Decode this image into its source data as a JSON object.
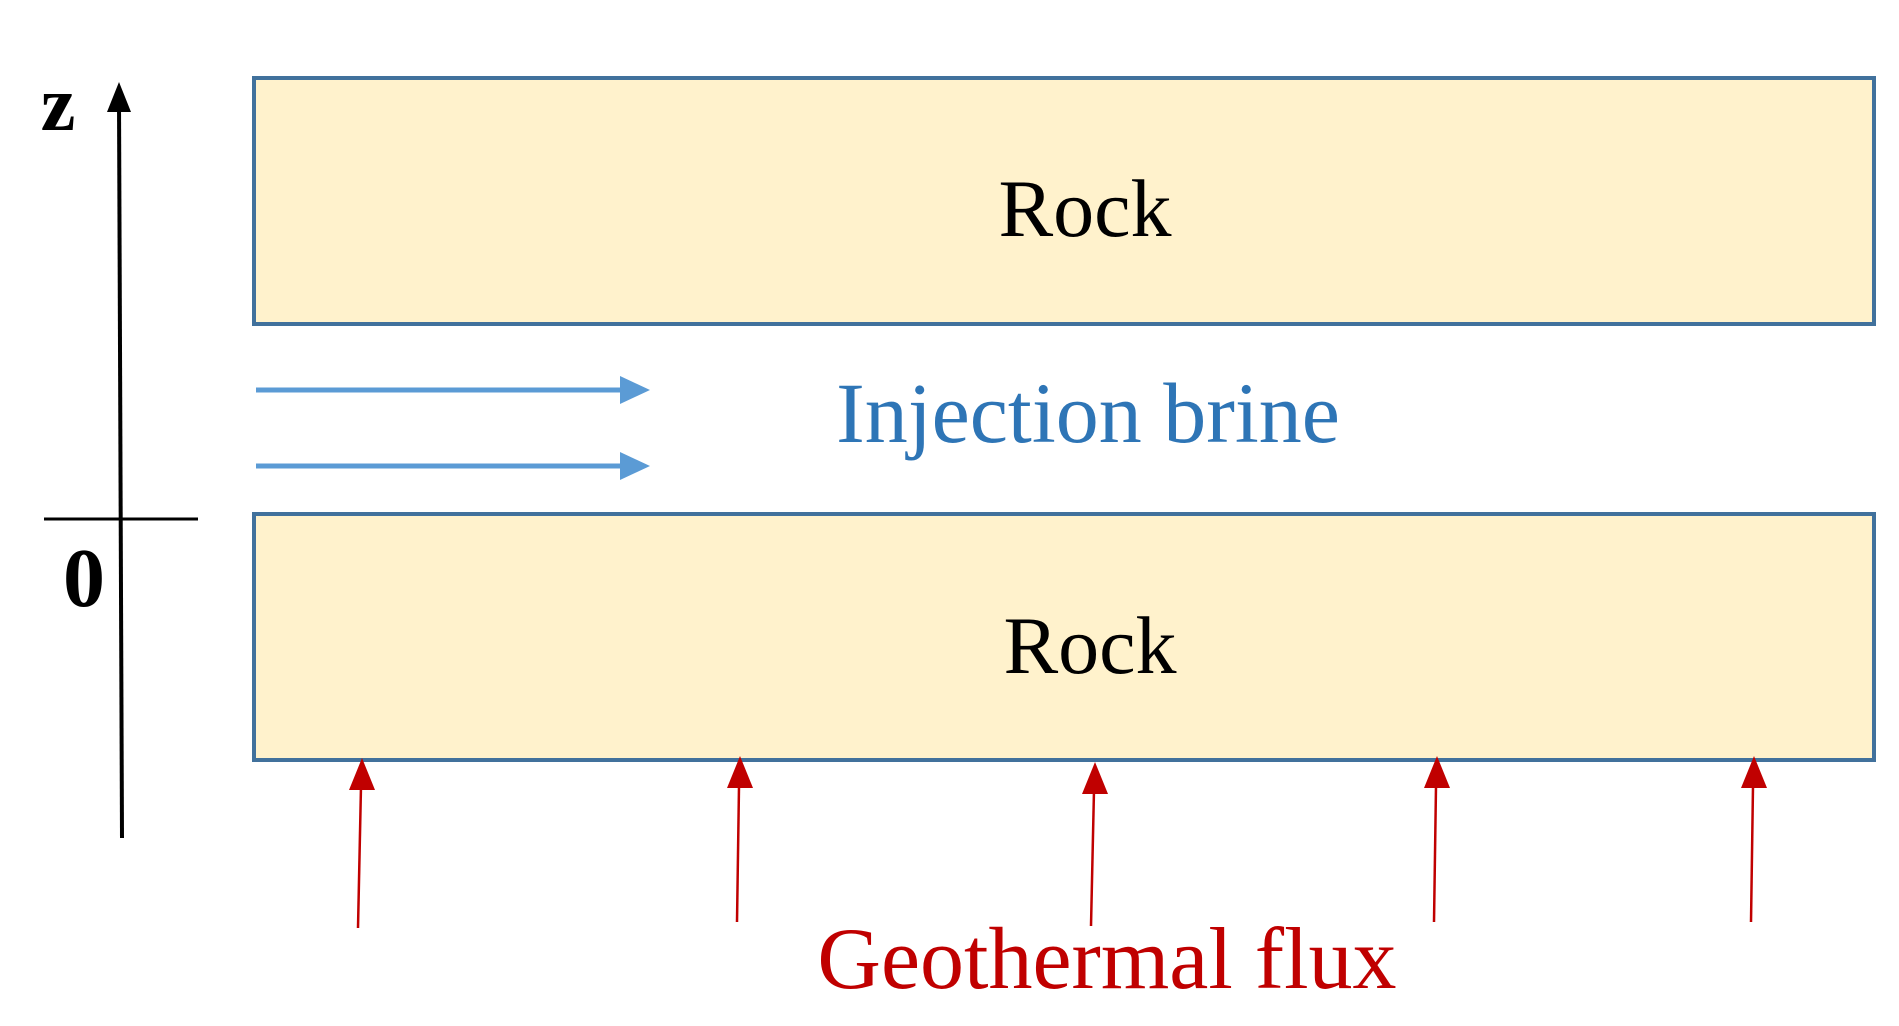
{
  "axis": {
    "z_label": "z",
    "origin_label": "0"
  },
  "layers": {
    "top_rock_label": "Rock",
    "bottom_rock_label": "Rock"
  },
  "flow": {
    "label": "Injection brine",
    "arrow_count": 2
  },
  "flux": {
    "label": "Geothermal flux",
    "arrow_count": 5
  },
  "colors": {
    "rock_fill": "#FFF2CC",
    "rock_border": "#41719C",
    "brine": "#2E75B6",
    "brine_arrow": "#5B9BD5",
    "flux": "#C00000",
    "axis": "#000000",
    "text": "#000000"
  }
}
